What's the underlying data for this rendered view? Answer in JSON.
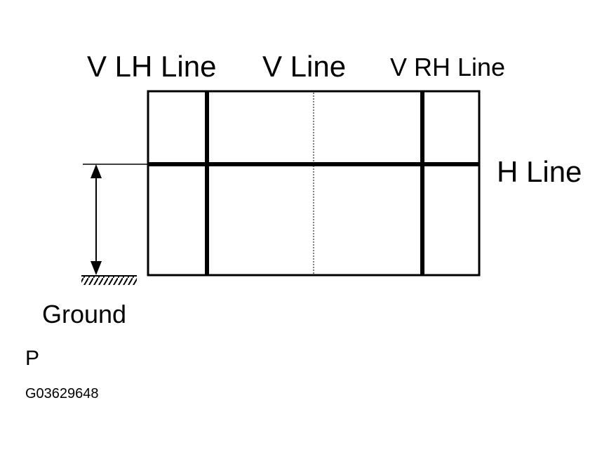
{
  "labels": {
    "v_lh_line": "V LH Line",
    "v_line": "V Line",
    "v_rh_line": "V RH Line",
    "h_line": "H Line",
    "ground": "Ground",
    "page_letter": "P",
    "figure_id": "G03629648"
  },
  "colors": {
    "ink": "#000000",
    "background": "#ffffff"
  }
}
